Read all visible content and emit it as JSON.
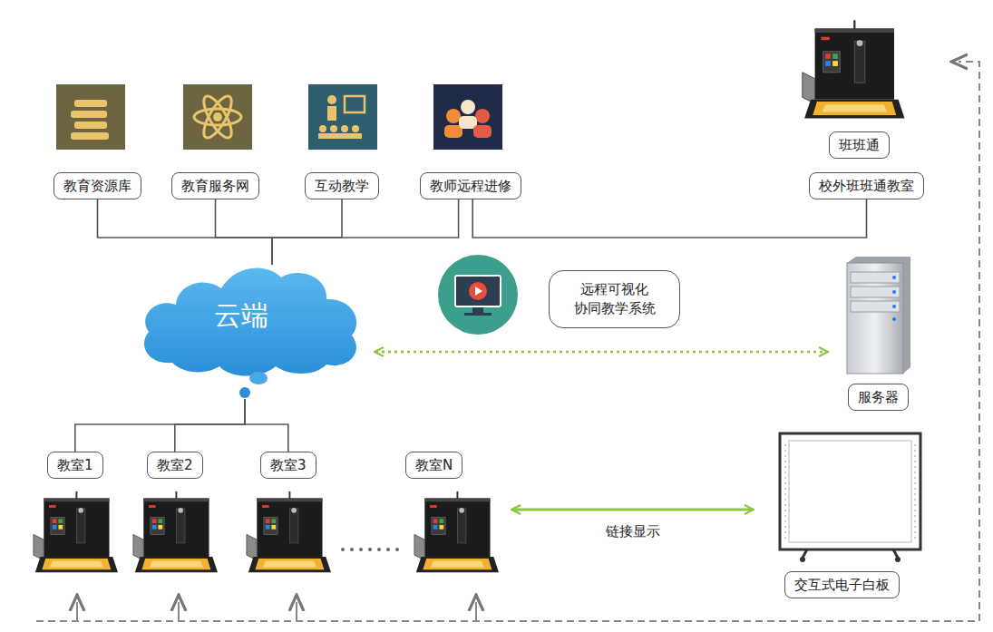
{
  "diagram": {
    "nodes": [
      {
        "text": [
          "教育资源库"
        ]
      },
      {
        "text": [
          "教育服务网"
        ]
      },
      {
        "text": [
          "互动教学"
        ]
      },
      {
        "text": [
          "教师远程进修"
        ]
      },
      {
        "text": [
          "班班通"
        ]
      },
      {
        "text": [
          "校外班班通教室"
        ]
      },
      {
        "text": [
          "云端"
        ]
      },
      {
        "text": [
          "远程可视化 协同教学系统"
        ]
      },
      {
        "text": [
          "服务器"
        ]
      },
      {
        "text": [
          "教室1"
        ]
      },
      {
        "text": [
          "教室2"
        ]
      },
      {
        "text": [
          "教室3"
        ]
      },
      {
        "text": [
          "教室N"
        ]
      },
      {
        "text": [
          "交互式电子白板"
        ]
      }
    ],
    "edges": [
      {
        "from": 0,
        "to": 6,
        "arrow": "none"
      },
      {
        "from": 1,
        "to": 6,
        "arrow": "none"
      },
      {
        "from": 2,
        "to": 6,
        "arrow": "none"
      },
      {
        "from": 3,
        "to": 6,
        "arrow": "none"
      },
      {
        "from": 3,
        "to": 5,
        "arrow": "none"
      },
      {
        "from": 6,
        "to": 8,
        "arrow": "both"
      },
      {
        "from": 6,
        "to": 9,
        "arrow": "none"
      },
      {
        "from": 6,
        "to": 10,
        "arrow": "none"
      },
      {
        "from": 6,
        "to": 11,
        "arrow": "none"
      },
      {
        "from": 6,
        "to": 12,
        "arrow": "none"
      },
      {
        "from": 12,
        "to": 13,
        "label": "链接显示",
        "arrow": "both"
      }
    ]
  }
}
